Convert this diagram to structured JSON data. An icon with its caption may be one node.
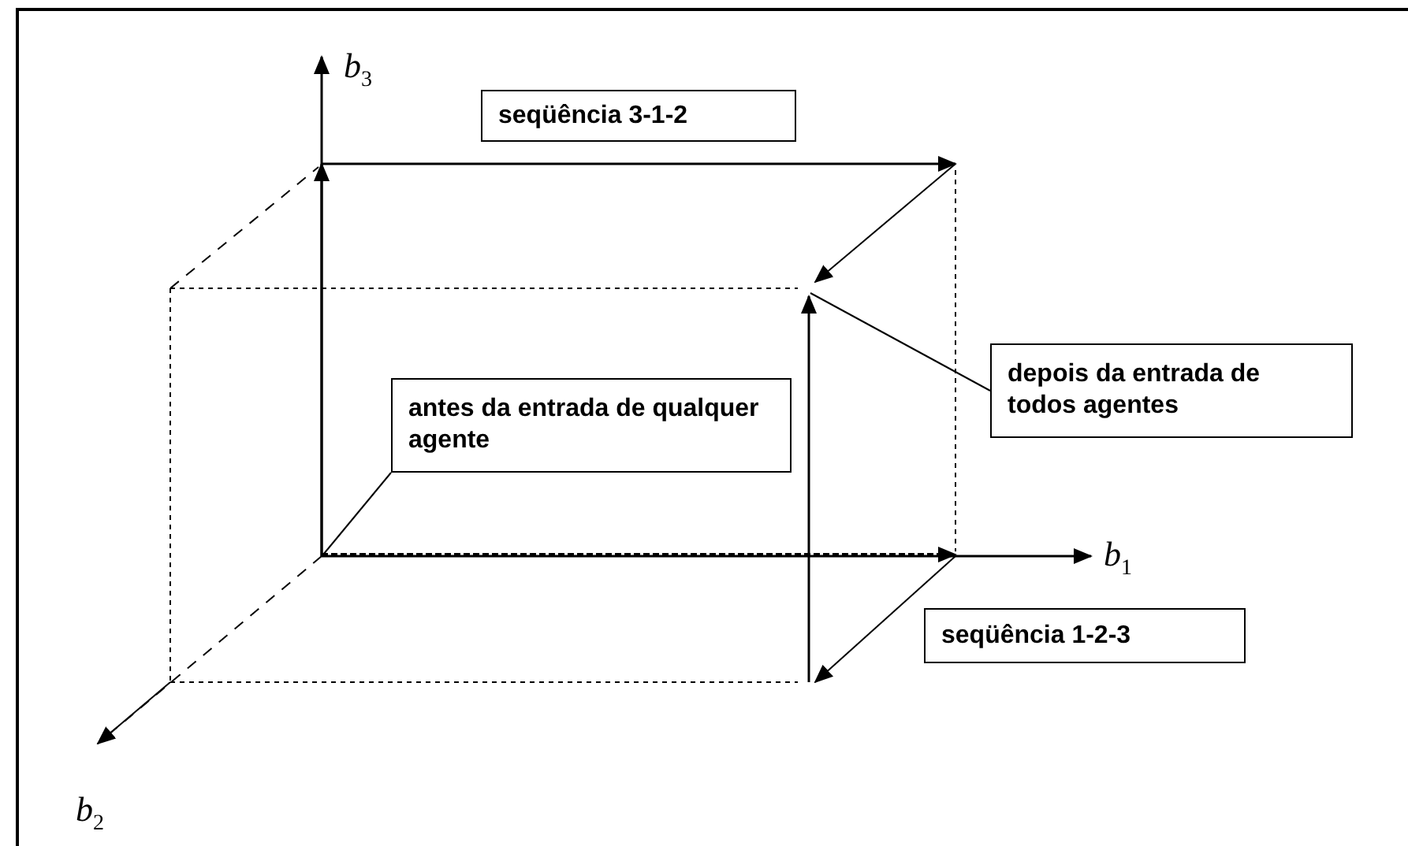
{
  "diagram": {
    "nodes": [
      {
        "text": [
          "seqüência 3-1-2"
        ]
      },
      {
        "text": [
          "depois da entrada de todos agentes"
        ]
      },
      {
        "text": [
          "antes da entrada de qualquer agente"
        ]
      },
      {
        "text": [
          "seqüência 1-2-3"
        ]
      }
    ],
    "edges": [
      {
        "from": 1,
        "to": null,
        "arrow": "none"
      },
      {
        "from": 2,
        "to": null,
        "arrow": "none"
      }
    ],
    "labels": [
      "b$_{3}$",
      "b$_{1}$",
      "b$_{2}$"
    ]
  }
}
